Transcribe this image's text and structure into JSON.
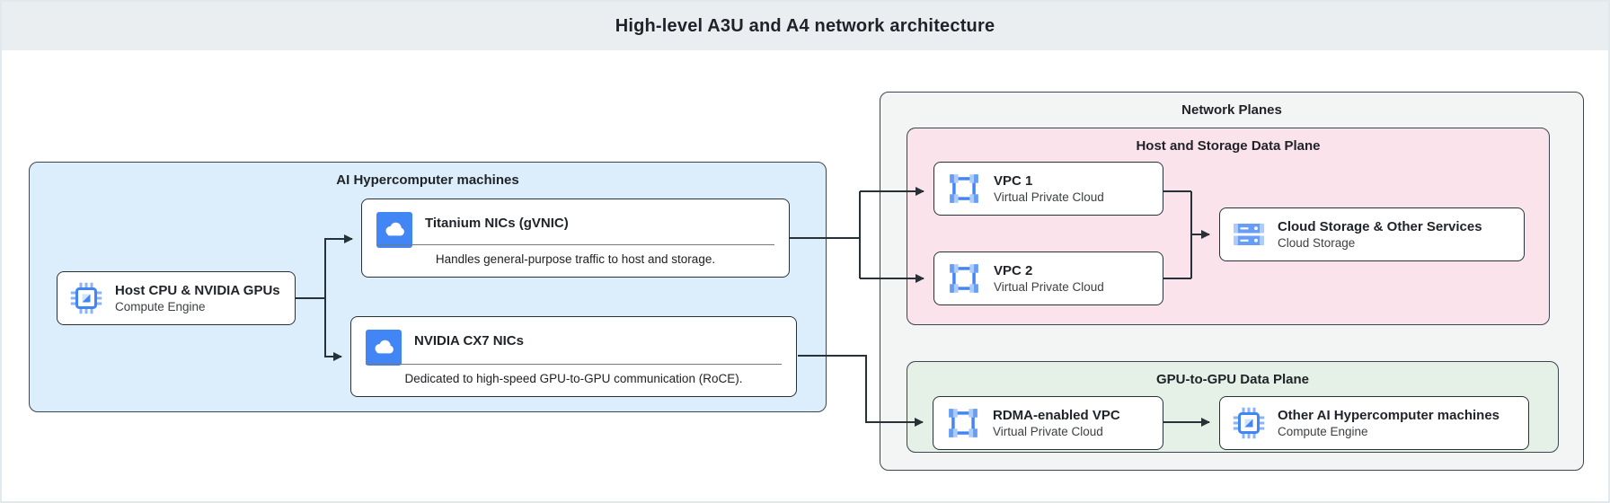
{
  "header": {
    "title": "High-level A3U and A4 network architecture"
  },
  "machines": {
    "label": "AI Hypercomputer machines",
    "host": {
      "icon": "compute-engine-icon",
      "title": "Host CPU & NVIDIA GPUs",
      "subtitle": "Compute Engine"
    },
    "titanium": {
      "icon": "cloud-nic-icon",
      "title": "Titanium NICs (gVNIC)",
      "description": "Handles general-purpose traffic to host and storage."
    },
    "cx7": {
      "icon": "cloud-nic-icon",
      "title": "NVIDIA CX7 NICs",
      "description": "Dedicated to high-speed GPU-to-GPU communication (RoCE)."
    }
  },
  "network_planes": {
    "label": "Network Planes",
    "host_storage_plane": {
      "label": "Host and Storage Data Plane",
      "vpc1": {
        "icon": "vpc-icon",
        "title": "VPC 1",
        "subtitle": "Virtual Private Cloud"
      },
      "vpc2": {
        "icon": "vpc-icon",
        "title": "VPC 2",
        "subtitle": "Virtual Private Cloud"
      },
      "storage": {
        "icon": "cloud-storage-icon",
        "title": "Cloud Storage & Other Services",
        "subtitle": "Cloud Storage"
      }
    },
    "gpu_plane": {
      "label": "GPU-to-GPU Data Plane",
      "rdma": {
        "icon": "vpc-icon",
        "title": "RDMA-enabled VPC",
        "subtitle": "Virtual Private Cloud"
      },
      "other_machines": {
        "icon": "compute-engine-icon",
        "title": "Other AI Hypercomputer machines",
        "subtitle": "Compute Engine"
      }
    }
  },
  "colors": {
    "brand_blue": "#4285f4",
    "light_blue_accent": "#aecbfa",
    "machines_fill": "#dceefb",
    "planes_fill": "#f3f4f4",
    "host_storage_fill": "#fbe3ec",
    "gpu_plane_fill": "#e5f1e6",
    "connector": "#263238",
    "header_fill": "#eaeef0"
  }
}
